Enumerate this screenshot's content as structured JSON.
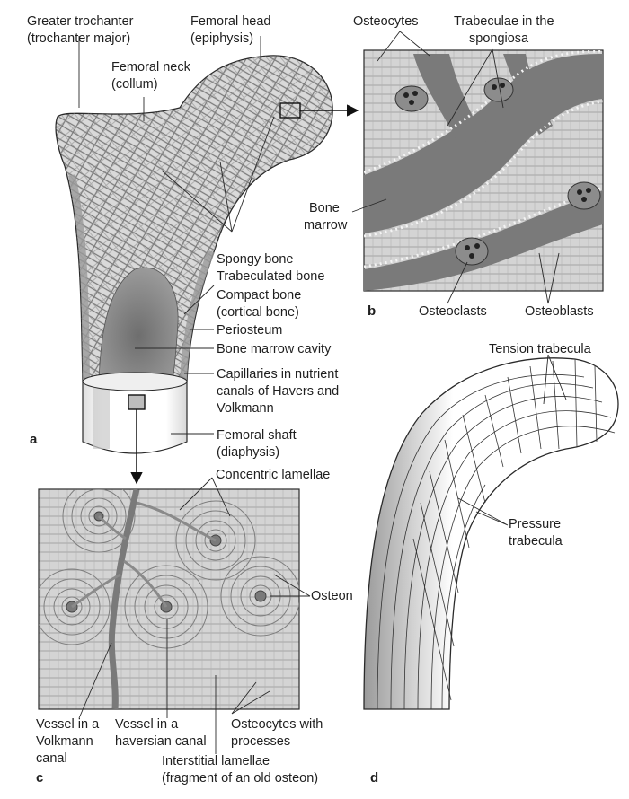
{
  "panels": {
    "a": "a",
    "b": "b",
    "c": "c",
    "d": "d"
  },
  "labels_a": {
    "greater_trochanter": [
      "Greater trochanter",
      "(trochanter major)"
    ],
    "femoral_head": [
      "Femoral head",
      "(epiphysis)"
    ],
    "femoral_neck": [
      "Femoral neck",
      "(collum)"
    ],
    "spongy_bone": [
      "Spongy bone",
      "Trabeculated bone"
    ],
    "compact_bone": [
      "Compact bone",
      "(cortical bone)"
    ],
    "periosteum": [
      "Periosteum"
    ],
    "bone_marrow_cavity": [
      "Bone marrow cavity"
    ],
    "capillaries": [
      "Capillaries in nutrient",
      "canals of Havers and",
      "Volkmann"
    ],
    "femoral_shaft": [
      "Femoral shaft",
      "(diaphysis)"
    ]
  },
  "labels_b": {
    "osteocytes": [
      "Osteocytes"
    ],
    "trabeculae": [
      "Trabeculae in the",
      "spongiosa"
    ],
    "bone_marrow": [
      "Bone",
      "marrow"
    ],
    "osteoclasts": [
      "Osteoclasts"
    ],
    "osteoblasts": [
      "Osteoblasts"
    ]
  },
  "labels_c": {
    "concentric_lamellae": [
      "Concentric lamellae"
    ],
    "osteon": [
      "Osteon"
    ],
    "vessel_volkmann": [
      "Vessel in a",
      "Volkmann",
      "canal"
    ],
    "vessel_haversian": [
      "Vessel in a",
      "haversian canal"
    ],
    "osteocytes_processes": [
      "Osteocytes with",
      "processes"
    ],
    "interstitial_lamellae": [
      "Interstitial lamellae",
      "(fragment of an old osteon)"
    ]
  },
  "labels_d": {
    "tension_trabecula": [
      "Tension trabecula"
    ],
    "pressure_trabecula": [
      "Pressure",
      "trabecula"
    ]
  },
  "colors": {
    "bone_fill": "#d6d6d6",
    "marrow": "#8e8e8e",
    "panel_bg": "#d2d2d2",
    "line": "#2a2a2a"
  }
}
